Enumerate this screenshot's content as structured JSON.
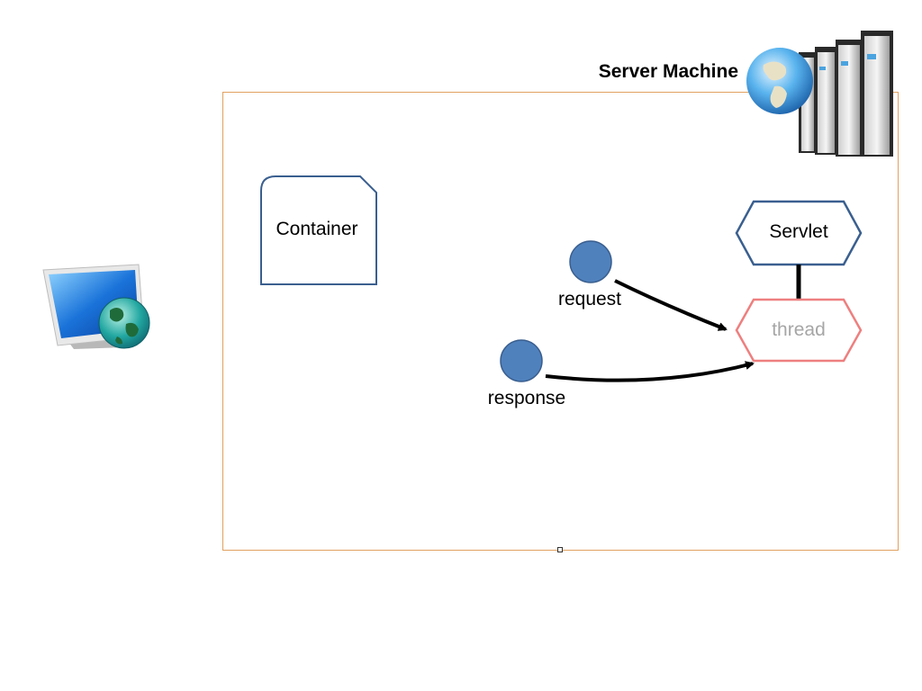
{
  "diagram": {
    "server_title": "Server Machine",
    "container_label": "Container",
    "servlet_label": "Servlet",
    "thread_label": "thread",
    "request_label": "request",
    "response_label": "response"
  },
  "icons": {
    "client": "computer-globe-icon",
    "server": "server-rack-globe-icon"
  },
  "colors": {
    "server_box_border": "#e0a15f",
    "shape_stroke": "#3a5f8f",
    "node_fill": "#4f81bd",
    "thread_stroke": "#ee7f7f",
    "thread_text": "#a6a6a6"
  }
}
